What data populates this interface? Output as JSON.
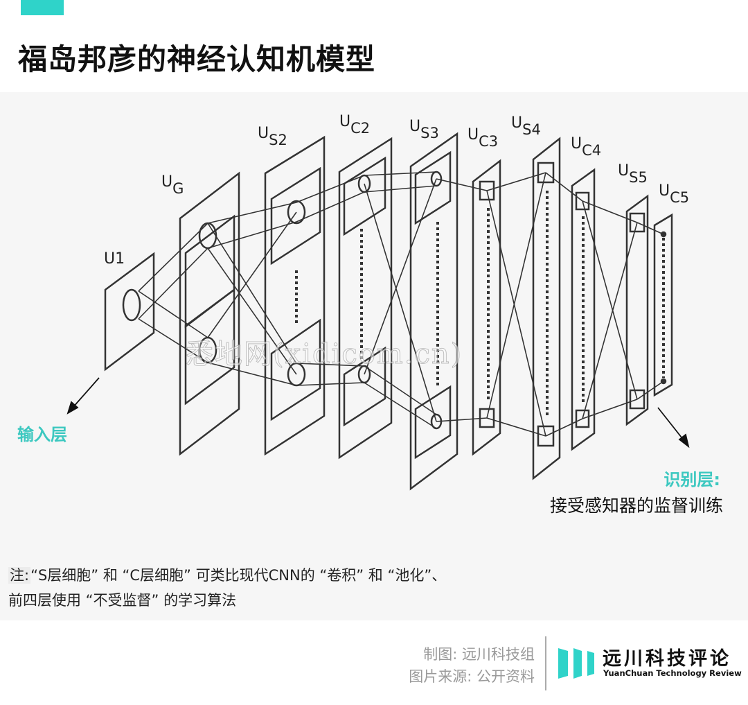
{
  "header": {
    "title": "福岛邦彦的神经认知机模型",
    "accent_color": "#2fd3c9"
  },
  "diagram": {
    "layers": [
      {
        "id": "U1",
        "base": "U",
        "sub": "1"
      },
      {
        "id": "UG",
        "base": "U",
        "sub": "G"
      },
      {
        "id": "US2",
        "base": "U",
        "sub": "S2"
      },
      {
        "id": "UC2",
        "base": "U",
        "sub": "C2"
      },
      {
        "id": "US3",
        "base": "U",
        "sub": "S3"
      },
      {
        "id": "UC3",
        "base": "U",
        "sub": "C3"
      },
      {
        "id": "US4",
        "base": "U",
        "sub": "S4"
      },
      {
        "id": "UC4",
        "base": "U",
        "sub": "C4"
      },
      {
        "id": "US5",
        "base": "U",
        "sub": "S5"
      },
      {
        "id": "UC5",
        "base": "U",
        "sub": "C5"
      }
    ],
    "watermark": "悉地网(xidicom.cn)",
    "input_label": "输入层",
    "output_label": "识别层:",
    "output_description": "接受感知器的监督训练",
    "label_color": "#3cc8c0"
  },
  "note": {
    "prefix": "注:",
    "line1": "“S层细胞” 和 “C层细胞” 可类比现代CNN的 “卷积” 和 “池化”、",
    "line2": "前四层使用 “不受监督” 的学习算法"
  },
  "footer": {
    "credit_line1": "制图: 远川科技组",
    "credit_line2": "图片来源: 公开资料",
    "brand_cn": "远川科技评论",
    "brand_en": "YuanChuan Technology Review"
  }
}
